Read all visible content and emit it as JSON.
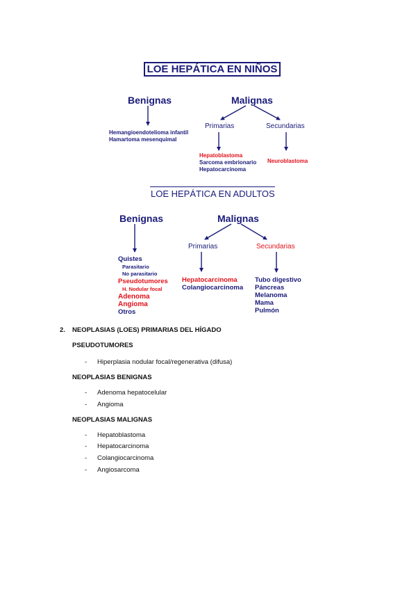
{
  "ninos": {
    "title": "LOE HEPÁTICA EN NIÑOS",
    "benignas_label": "Benignas",
    "malignas_label": "Malignas",
    "primarias_label": "Primarias",
    "secundarias_label": "Secundarias",
    "benignas_items": [
      "Hemangioendotelioma infantil",
      "Hamartoma mesenquimal"
    ],
    "primarias_items": [
      {
        "text": "Hepatoblastoma",
        "color": "#e0121a"
      },
      {
        "text": "Sarcoma embrionario",
        "color": "#1a1a7a"
      },
      {
        "text": "Hepatocarcinoma",
        "color": "#1a1a7a"
      }
    ],
    "secundarias_items": [
      {
        "text": "Neuroblastoma",
        "color": "#e0121a"
      }
    ]
  },
  "adultos": {
    "title": "LOE HEPÁTICA EN ADULTOS",
    "benignas_label": "Benignas",
    "malignas_label": "Malignas",
    "primarias_label": "Primarias",
    "secundarias_label": "Secundarias",
    "benignas_items": [
      {
        "text": "Quistes",
        "color": "#1a1a7a"
      },
      {
        "text": "Parasitario",
        "color": "#1a1a7a"
      },
      {
        "text": "No parasitario",
        "color": "#1a1a7a"
      },
      {
        "text": "Pseudotumores",
        "color": "#e0121a"
      },
      {
        "text": "H. Nodular focal",
        "color": "#e0121a"
      },
      {
        "text": "Adenoma",
        "color": "#e0121a"
      },
      {
        "text": "Angioma",
        "color": "#e0121a"
      },
      {
        "text": "Otros",
        "color": "#1a1a7a"
      }
    ],
    "primarias_items": [
      {
        "text": "Hepatocarcinoma",
        "color": "#e0121a"
      },
      {
        "text": "Colangiocarcinoma",
        "color": "#1a1a7a"
      }
    ],
    "secundarias_items": [
      "Tubo digestivo",
      "Páncreas",
      "Melanoma",
      "Mama",
      "Pulmón"
    ]
  },
  "section": {
    "number": "2.",
    "heading": "NEOPLASIAS (LOES) PRIMARIAS DEL HÍGADO",
    "groups": [
      {
        "title": "PSEUDOTUMORES",
        "items": [
          "Hiperplasia nodular focal/regenerativa (difusa)"
        ]
      },
      {
        "title": "NEOPLASIAS BENIGNAS",
        "items": [
          "Adenoma hepatocelular",
          "Angioma"
        ]
      },
      {
        "title": "NEOPLASIAS MALIGNAS",
        "items": [
          "Hepatoblastoma",
          "Hepatocarcinoma",
          "Colangiocarcinoma",
          "Angiosarcoma"
        ]
      }
    ],
    "bullet": "-"
  }
}
